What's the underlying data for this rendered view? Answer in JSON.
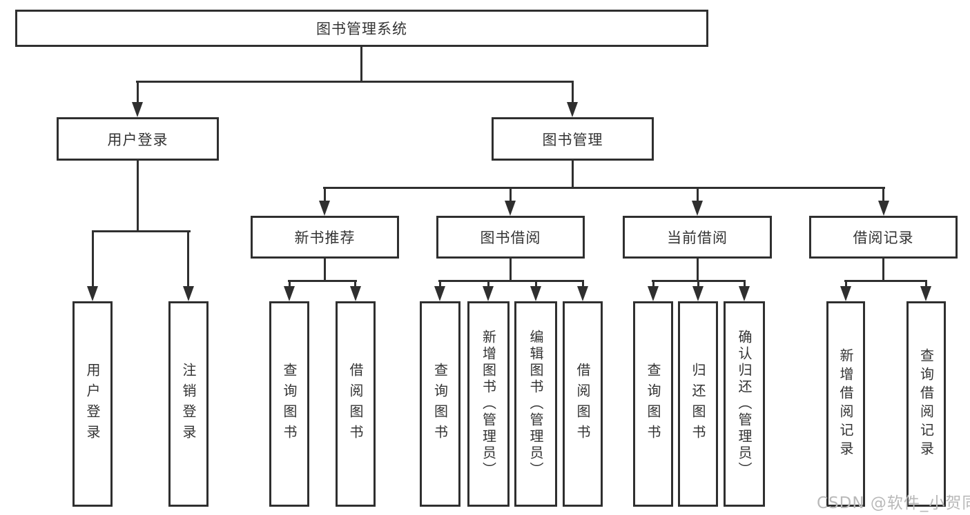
{
  "diagram_title": "图书管理系统",
  "tree": {
    "label": "图书管理系统",
    "children": [
      {
        "label": "用户登录",
        "children": [
          {
            "label": "用户登录"
          },
          {
            "label": "注销登录"
          }
        ]
      },
      {
        "label": "图书管理",
        "children": [
          {
            "label": "新书推荐",
            "children": [
              {
                "label": "查询图书"
              },
              {
                "label": "借阅图书"
              }
            ]
          },
          {
            "label": "图书借阅",
            "children": [
              {
                "label": "查询图书"
              },
              {
                "label": "新增图书（管理员）"
              },
              {
                "label": "编辑图书（管理员）"
              },
              {
                "label": "借阅图书"
              }
            ]
          },
          {
            "label": "当前借阅",
            "children": [
              {
                "label": "查询图书"
              },
              {
                "label": "归还图书"
              },
              {
                "label": "确认归还（管理员）"
              }
            ]
          },
          {
            "label": "借阅记录",
            "children": [
              {
                "label": "新增借阅记录"
              },
              {
                "label": "查询借阅记录"
              }
            ]
          }
        ]
      }
    ]
  },
  "watermark": {
    "text": "CSDN @软件_小贺同学",
    "color": "#b9b9b9"
  },
  "colors": {
    "line": "#2f2f2f",
    "box_border": "#2f2f2f",
    "text": "#333333",
    "background": "#ffffff"
  }
}
